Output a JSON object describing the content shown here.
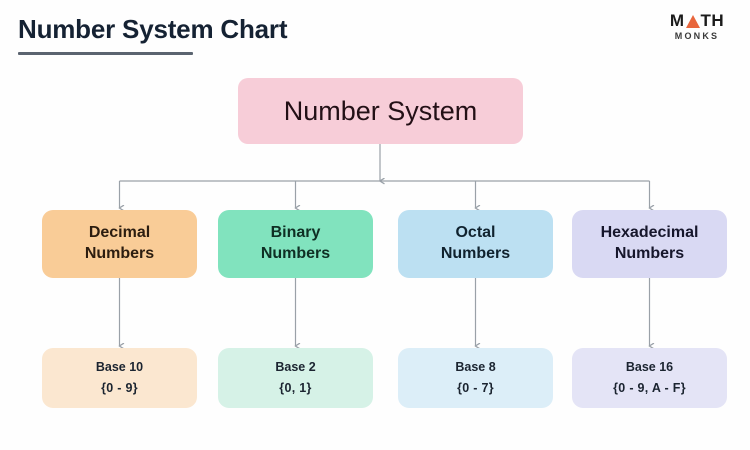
{
  "page": {
    "title": "Number System Chart",
    "background_color": "#fefefe",
    "title_color": "#152233",
    "underline_color": "#5b6470"
  },
  "logo": {
    "name": "math-monks-logo",
    "word_part_1": "M",
    "word_triangle": "A",
    "word_part_2": "TH",
    "subtitle": "MONKS",
    "triangle_color": "#e8663c"
  },
  "chart_data": {
    "type": "diagram",
    "title": "Number System Chart",
    "root": {
      "label": "Number System",
      "color": "#f7cdd8"
    },
    "branches": [
      {
        "label": "Decimal\nNumbers",
        "label_line_1": "Decimal",
        "label_line_2": "Numbers",
        "color": "#f9cc97",
        "base_label": "Base 10",
        "base_digits": "{0 - 9}",
        "base_color": "#fbe7d0"
      },
      {
        "label": "Binary\nNumbers",
        "label_line_1": "Binary",
        "label_line_2": "Numbers",
        "color": "#81e3be",
        "base_label": "Base 2",
        "base_digits": "{0, 1}",
        "base_color": "#d6f2e7"
      },
      {
        "label": "Octal\nNumbers",
        "label_line_1": "Octal",
        "label_line_2": "Numbers",
        "color": "#bce0f2",
        "base_label": "Base 8",
        "base_digits": "{0 - 7}",
        "base_color": "#dceef8"
      },
      {
        "label": "Hexadecimal\nNumbers",
        "label_line_1": "Hexadecimal",
        "label_line_2": "Numbers",
        "color": "#d9d9f3",
        "base_label": "Base 16",
        "base_digits": "{0 - 9, A - F}",
        "base_color": "#e4e4f6"
      }
    ],
    "connector_color": "#9aa1a8",
    "legend": [],
    "grid": false
  }
}
